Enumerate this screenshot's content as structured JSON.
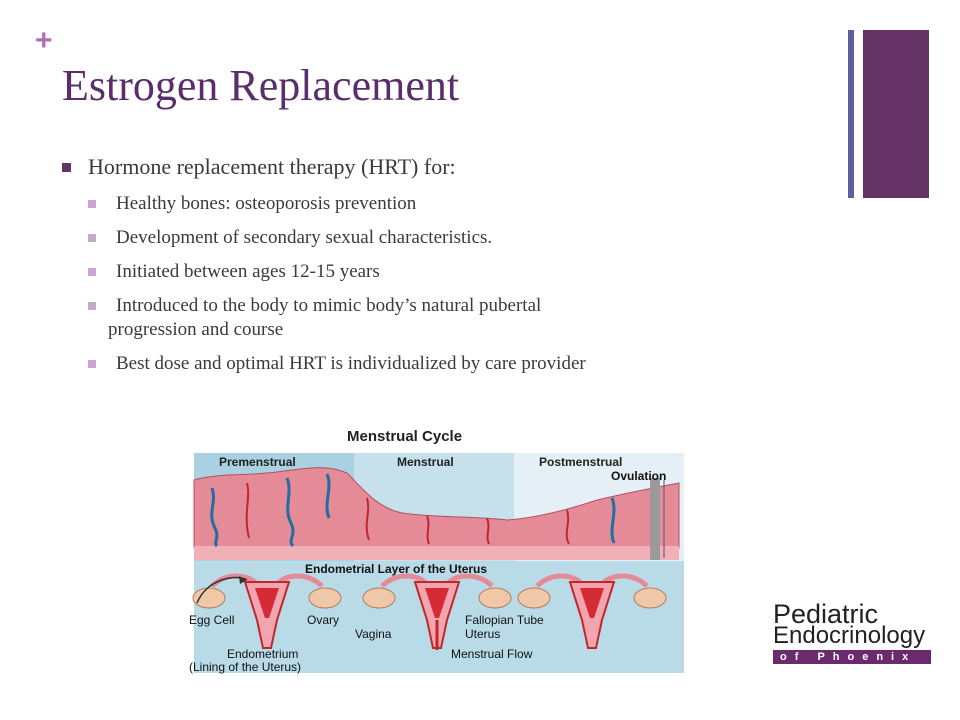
{
  "slide": {
    "plus_glyph": "+",
    "title": "Estrogen Replacement"
  },
  "bullets": {
    "main": "Hormone replacement therapy (HRT) for:",
    "sub": [
      "Healthy bones: osteoporosis prevention",
      "Development of secondary sexual characteristics.",
      "Initiated between ages 12-15 years",
      "Introduced to the body to mimic body’s natural pubertal",
      "progression and course",
      "Best dose and optimal HRT is individualized by care provider"
    ]
  },
  "diagram": {
    "title": "Menstrual Cycle",
    "phases": [
      "Premenstrual",
      "Menstrual",
      "Postmenstrual"
    ],
    "ovulation": "Ovulation",
    "subtitle": "Endometrial Layer of the Uterus",
    "labels": {
      "egg_cell": "Egg Cell",
      "ovary": "Ovary",
      "fallopian_tube": "Fallopian Tube",
      "vagina": "Vagina",
      "uterus": "Uterus",
      "endometrium": "Endometrium",
      "lining": "(Lining of the Uterus)",
      "menstrual_flow": "Menstrual Flow"
    },
    "colors": {
      "tissue": "#e58a97",
      "vessel_red": "#c0272d",
      "vessel_blue": "#1f6f9f",
      "panel_blue": "#b9dbe8"
    }
  },
  "logo": {
    "line1": "Pediatric",
    "line2": "Endocrinology",
    "line3": "of Phoenix"
  },
  "colors": {
    "title": "#5a2d6c",
    "accent_purple": "#643265",
    "accent_blue": "#5d5f9e",
    "sub_bullet": "#c9a5cf"
  }
}
